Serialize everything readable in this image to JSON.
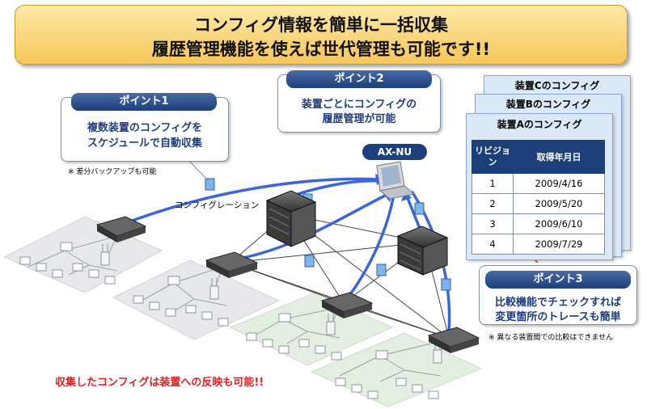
{
  "banner": {
    "line1": "コンフィグ情報を簡単に一括収集",
    "line2": "履歴管理機能を使えば世代管理も可能です!!"
  },
  "point1": {
    "title": "ポイント1",
    "line1": "複数装置のコンフィグを",
    "line2": "スケジュールで自動収集",
    "note": "※ 差分バックアップも可能"
  },
  "point2": {
    "title": "ポイント2",
    "line1": "装置ごとにコンフィグの",
    "line2": "履歴管理が可能"
  },
  "point3": {
    "title": "ポイント3",
    "line1": "比較機能でチェックすれば",
    "line2": "変更箇所のトレースも簡単",
    "note": "※ 異なる装置間での比較はできません"
  },
  "server_label": "AX-NU",
  "config_label": "コンフィグレーション",
  "config_cards": {
    "c": "装置Cのコンフィグ",
    "b": "装置Bのコンフィグ",
    "a": "装置Aのコンフィグ"
  },
  "revision_table": {
    "header_revision": "リビジョン",
    "header_date": "取得年月日",
    "rows": [
      {
        "rev": "1",
        "date": "2009/4/16"
      },
      {
        "rev": "2",
        "date": "2009/5/20"
      },
      {
        "rev": "3",
        "date": "2009/6/10"
      },
      {
        "rev": "4",
        "date": "2009/7/29"
      }
    ]
  },
  "bottom_note": "収集したコンフィグは装置への反映も可能!!",
  "colors": {
    "banner": "#f7c75a",
    "point_title": "#1d3f7a",
    "link_blue": "#3a66d8",
    "red": "#e02020",
    "lan_gray": "#e6e8ec",
    "lan_green": "#e3efe0"
  }
}
